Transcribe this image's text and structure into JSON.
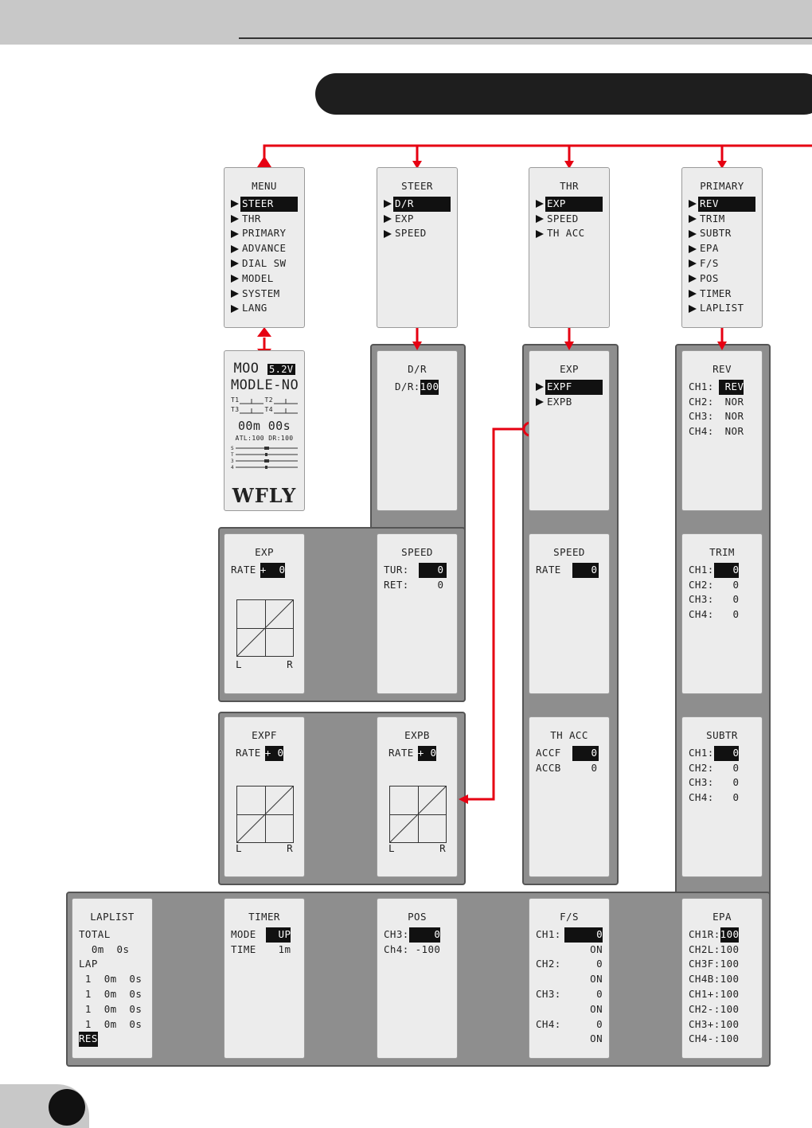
{
  "menu": {
    "title": "MENU",
    "items": [
      "STEER",
      "THR",
      "PRIMARY",
      "ADVANCE",
      "DIAL SW",
      "MODEL",
      "SYSTEM",
      "LANG"
    ],
    "selected": 0
  },
  "home": {
    "line1_a": "MOO",
    "voltage": "5.2V",
    "model": "MODLE-NO",
    "t1": "T1",
    "t2": "T2",
    "t3": "T3",
    "t4": "T4",
    "zero": "0",
    "timer": "00m 00s",
    "atl": "ATL:100 DR:100",
    "ch": [
      "S",
      "T",
      "3",
      "4"
    ],
    "logo": "WFLY"
  },
  "steer": {
    "title": "STEER",
    "items": [
      "D/R",
      "EXP",
      "SPEED"
    ],
    "selected": 0
  },
  "thr": {
    "title": "THR",
    "items": [
      "EXP",
      "SPEED",
      "TH ACC"
    ],
    "selected": 0
  },
  "primary": {
    "title": "PRIMARY",
    "items": [
      "REV",
      "TRIM",
      "SUBTR",
      "EPA",
      "F/S",
      "POS",
      "TIMER",
      "LAPLIST"
    ],
    "selected": 0
  },
  "dr": {
    "title": "D/R",
    "label": "D/R:",
    "value": "100"
  },
  "exp_thr": {
    "title": "EXP",
    "items": [
      "EXPF",
      "EXPB"
    ],
    "selected": 0
  },
  "rev": {
    "title": "REV",
    "rows": [
      [
        "CH1:",
        " REV"
      ],
      [
        "CH2:",
        " NOR"
      ],
      [
        "CH3:",
        " NOR"
      ],
      [
        "CH4:",
        " NOR"
      ]
    ]
  },
  "exp_steer": {
    "title": "EXP",
    "label": "RATE",
    "value": "+  0",
    "l": "L",
    "r": "R"
  },
  "speed_steer": {
    "title": "SPEED",
    "rows": [
      [
        "TUR:",
        "  0"
      ],
      [
        "RET:",
        "  0"
      ]
    ]
  },
  "speed_thr": {
    "title": "SPEED",
    "label": "RATE",
    "value": "   0"
  },
  "trim": {
    "title": "TRIM",
    "rows": [
      [
        "CH1:",
        "   0"
      ],
      [
        "CH2:",
        "   0"
      ],
      [
        "CH3:",
        "   0"
      ],
      [
        "CH4:",
        "   0"
      ]
    ]
  },
  "expf": {
    "title": "EXPF",
    "label": "RATE",
    "value": "+ 0",
    "l": "L",
    "r": "R"
  },
  "expb": {
    "title": "EXPB",
    "label": "RATE",
    "value": "+ 0",
    "l": "L",
    "r": "R"
  },
  "thacc": {
    "title": "TH ACC",
    "rows": [
      [
        "ACCF",
        "   0"
      ],
      [
        "ACCB",
        "   0"
      ]
    ]
  },
  "subtr": {
    "title": "SUBTR",
    "rows": [
      [
        "CH1:",
        "   0"
      ],
      [
        "CH2:",
        "   0"
      ],
      [
        "CH3:",
        "   0"
      ],
      [
        "CH4:",
        "   0"
      ]
    ]
  },
  "laplist": {
    "title": "LAPLIST",
    "total_label": "TOTAL",
    "total_value": "  0m  0s",
    "lap_label": "LAP",
    "laps": [
      " 1  0m  0s",
      " 1  0m  0s",
      " 1  0m  0s",
      " 1  0m  0s"
    ],
    "reset": "RES"
  },
  "timer": {
    "title": "TIMER",
    "rows": [
      [
        "MODE",
        "  UP"
      ],
      [
        "TIME",
        "  1m"
      ]
    ]
  },
  "pos": {
    "title": "POS",
    "rows": [
      [
        "CH3:",
        "    0"
      ],
      [
        "Ch4:",
        " -100"
      ]
    ]
  },
  "fs": {
    "title": "F/S",
    "rows": [
      [
        "CH1:",
        "     0"
      ],
      [
        "",
        "    ON"
      ],
      [
        "CH2:",
        "     0"
      ],
      [
        "",
        "    ON"
      ],
      [
        "CH3:",
        "     0"
      ],
      [
        "",
        "    ON"
      ],
      [
        "CH4:",
        "     0"
      ],
      [
        "",
        "    ON"
      ]
    ]
  },
  "epa": {
    "title": "EPA",
    "rows": [
      [
        "CH1R:",
        "100"
      ],
      [
        "CH2L:",
        "100"
      ],
      [
        "CH3F:",
        "100"
      ],
      [
        "CH4B:",
        "100"
      ],
      [
        "CH1+:",
        "100"
      ],
      [
        "CH2-:",
        "100"
      ],
      [
        "CH3+:",
        "100"
      ],
      [
        "CH4-:",
        "100"
      ]
    ]
  },
  "colors": {
    "arrow": "#e60012",
    "group_bg": "#8e8e8e",
    "screen_bg": "#ececec"
  }
}
